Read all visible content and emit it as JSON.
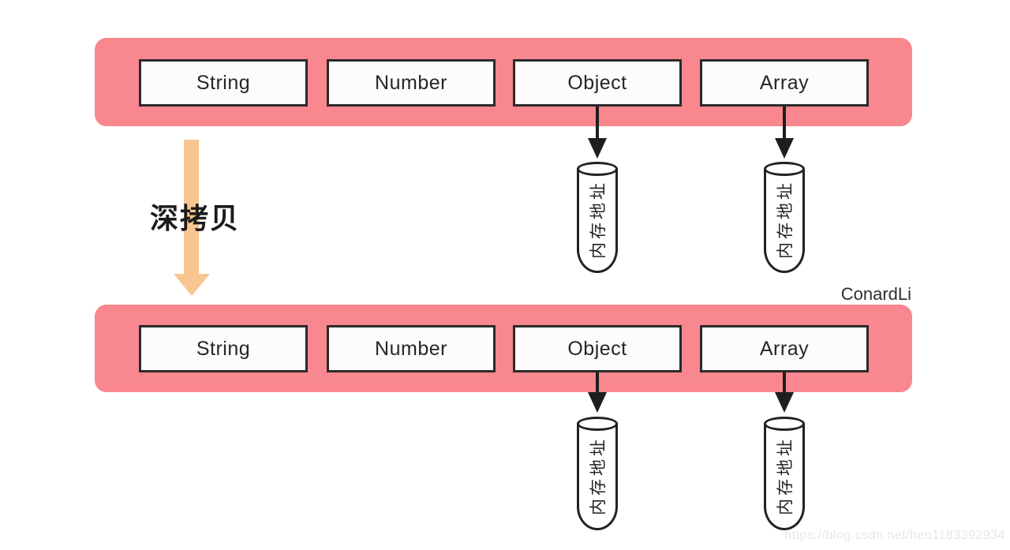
{
  "diagram": {
    "process_label": "深拷贝",
    "author": "ConardLi",
    "watermark": "https://blog.csdn.net/hen1183392934",
    "memory_label": "内存地址",
    "bars": [
      {
        "name": "source-object",
        "boxes": [
          {
            "label": "String"
          },
          {
            "label": "Number"
          },
          {
            "label": "Object"
          },
          {
            "label": "Array"
          }
        ]
      },
      {
        "name": "copied-object",
        "boxes": [
          {
            "label": "String"
          },
          {
            "label": "Number"
          },
          {
            "label": "Object"
          },
          {
            "label": "Array"
          }
        ]
      }
    ]
  },
  "colors": {
    "bar": "#F8878F",
    "arrow": "#F9C591",
    "ink": "#2b2b2b",
    "box-bg": "#fcfcfd",
    "watermark": "#e7e7ea"
  }
}
